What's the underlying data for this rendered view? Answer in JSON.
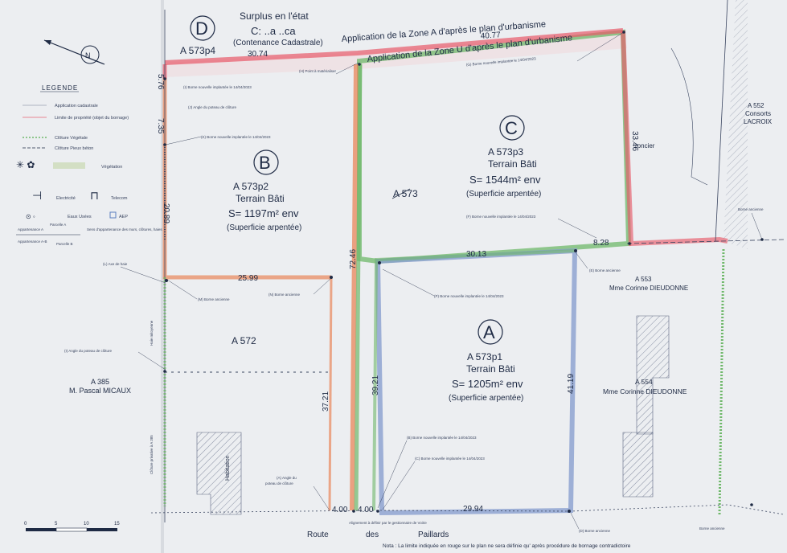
{
  "header": {
    "lot_d": "D",
    "lot_d_ref": "A 573p4",
    "surplus": "Surplus en l'état",
    "cadastral_c": "C: ..a ..ca",
    "contenance": "(Contenance Cadastrale)",
    "zone_a": "Application de la Zone A d'après le plan d'urbanisme",
    "zone_u": "Application de la Zone U d'après le plan d'urbanisme"
  },
  "legend": {
    "title": "LEGENDE",
    "items": [
      "Application cadastrale",
      "Limite de propriété (objet du bornage)",
      "Clôture Végétale",
      "Clôture Pieux béton",
      "Végétation",
      "Electricité",
      "Telecom",
      "Eaux Usées",
      "AEP",
      "Parcelle A",
      "Appartenance A",
      "Sens d'appartenance des murs, clôtures, haies",
      "Appartenance A-B",
      "Parcelle B"
    ]
  },
  "lots": {
    "a": {
      "letter": "A",
      "ref": "A 573p1",
      "type": "Terrain Bâti",
      "area": "S= 1205m² env",
      "note": "(Superficie arpentée)"
    },
    "b": {
      "letter": "B",
      "ref": "A 573p2",
      "type": "Terrain Bâti",
      "area": "S= 1197m² env",
      "note": "(Superficie arpentée)"
    },
    "c": {
      "letter": "C",
      "ref": "A 573p3",
      "type": "Terrain Bâti",
      "area": "S= 1544m² env",
      "note": "(Superficie arpentée)"
    }
  },
  "parcels": {
    "a573": "A 573",
    "a572": "A 572",
    "a385_ref": "A 385",
    "a385_owner": "M. Pascal MICAUX",
    "a552_ref": "A 552",
    "a552_o1": "Consorts",
    "a552_o2": "LACROIX",
    "a553_ref": "A 553",
    "a553_owner": "Mme Corinne DIEUDONNE",
    "a554_ref": "A 554",
    "a554_owner": "Mme Corinne DIEUDONNE",
    "habitation": "Habitation",
    "roncier": "roncier"
  },
  "dimensions": {
    "d1": "30.74",
    "d2": "40.77",
    "d3": "5.76",
    "d4": "7.35",
    "d5": "20.89",
    "d6": "25.99",
    "d7": "72.46",
    "d8": "37.21",
    "d9": "39.21",
    "d10": "30.13",
    "d11": "8.28",
    "d12": "33.46",
    "d13": "41.19",
    "d14": "29.94",
    "d15": "4.00",
    "d16": "4.00"
  },
  "markers": {
    "i": "(I) Borne nouvelle implantée le 14/04/2023",
    "j": "(J) Angle du poteau de clôture",
    "k": "(K) Borne nouvelle implantée le 14/04/2023",
    "h": "(H) Point à matérialiser",
    "g": "(G) Borne nouvelle implantée le 14/04/2023",
    "f": "(F) Borne nouvelle implantée le 14/04/2023",
    "e": "(E) Borne ancienne",
    "p": "(P) Borne nouvelle implantée le 14/04/2023",
    "l": "(L) Axe de haie",
    "m": "(M) Borne ancienne",
    "n": "(N) Borne ancienne",
    "i2": "(I) Angle du poteau de clôture",
    "a": "(A) Angle du",
    "a2": "poteau de clôture",
    "b": "(B) Borne nouvelle implantée le 14/04/2023",
    "c": "(C) Borne nouvelle implantée le 14/04/2023",
    "d": "(D) Borne ancienne",
    "borne_r1": "Borne ancienne",
    "borne_r2": "Borne ancienne",
    "haie": "Haie mitoyenne",
    "cloture": "Clôture privative à A 385",
    "alignement": "Alignement à définir par le gestionnaire de Voirie"
  },
  "road": {
    "w1": "Route",
    "w2": "des",
    "w3": "Paillards"
  },
  "scale": {
    "t0": "0",
    "t1": "5",
    "t2": "10",
    "t3": "15"
  },
  "footer": {
    "nota": "Nota : La limite indiquée en rouge sur le plan ne sera définie qu' après procédure de bornage contradictoire"
  },
  "colors": {
    "red": "#e85a6a",
    "green": "#6fb86a",
    "blue": "#8a9fd0",
    "orange": "#e9865a",
    "ink": "#1e2a44"
  }
}
